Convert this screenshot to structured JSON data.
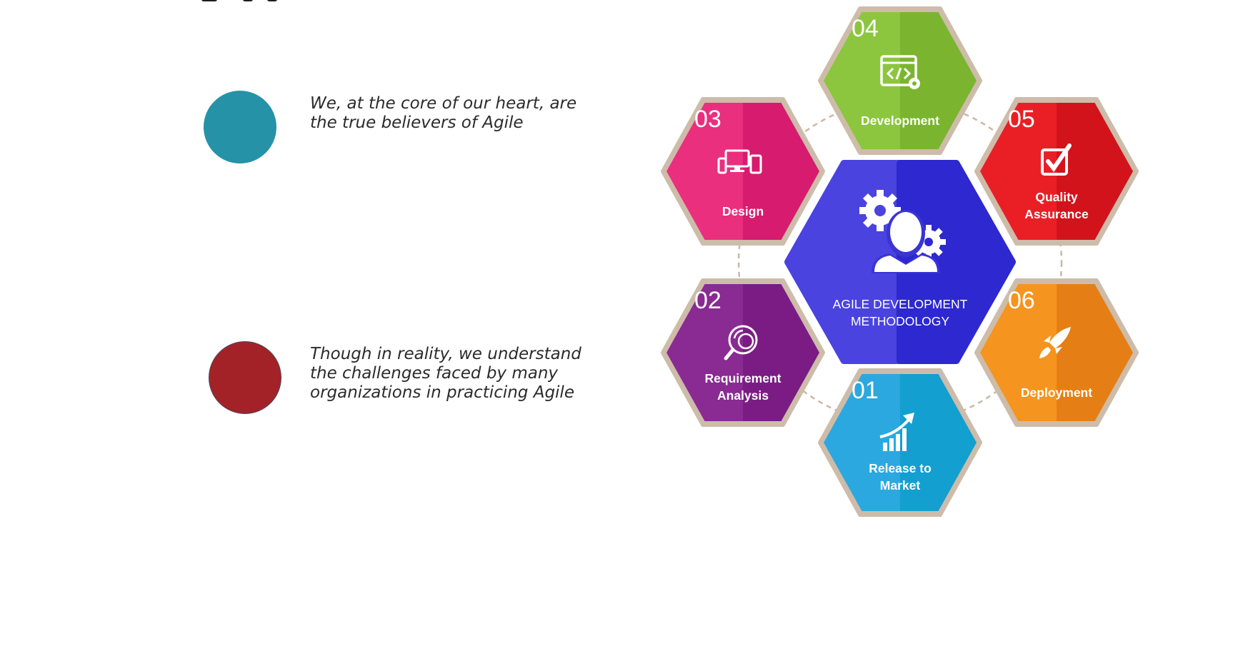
{
  "statements": [
    {
      "text": "We, at the core of our heart, are\nthe true believers of Agile",
      "circle_color": "#2592a8"
    },
    {
      "text": "Though in reality, we understand\nthe challenges faced by many\norganizations in practicing Agile",
      "circle_color": "#a32228"
    }
  ],
  "diagram": {
    "center": {
      "line1": "AGILE DEVELOPMENT",
      "line2": "METHODOLOGY",
      "color": "#4a43e0",
      "color_dark": "#2d28cf",
      "icon": "people-gears-icon"
    },
    "stages": [
      {
        "number": "01",
        "line1": "Release to",
        "line2": "Market",
        "color": "#2ba8e0",
        "color_dark": "#139fd0",
        "icon": "growth-chart-icon"
      },
      {
        "number": "02",
        "line1": "Requirement",
        "line2": "Analysis",
        "color": "#8a2a93",
        "color_dark": "#7a1c84",
        "icon": "magnifier-icon"
      },
      {
        "number": "03",
        "line1": "Design",
        "line2": "",
        "color": "#ea2f7f",
        "color_dark": "#d71b6f",
        "icon": "devices-icon"
      },
      {
        "number": "04",
        "line1": "Development",
        "line2": "",
        "color": "#8cc63e",
        "color_dark": "#7bb52f",
        "icon": "code-window-icon"
      },
      {
        "number": "05",
        "line1": "Quality",
        "line2": "Assurance",
        "color": "#ea1f26",
        "color_dark": "#d3131b",
        "icon": "checkbox-icon"
      },
      {
        "number": "06",
        "line1": "Deployment",
        "line2": "",
        "color": "#f5941f",
        "color_dark": "#e57f15",
        "icon": "rocket-icon"
      }
    ]
  }
}
